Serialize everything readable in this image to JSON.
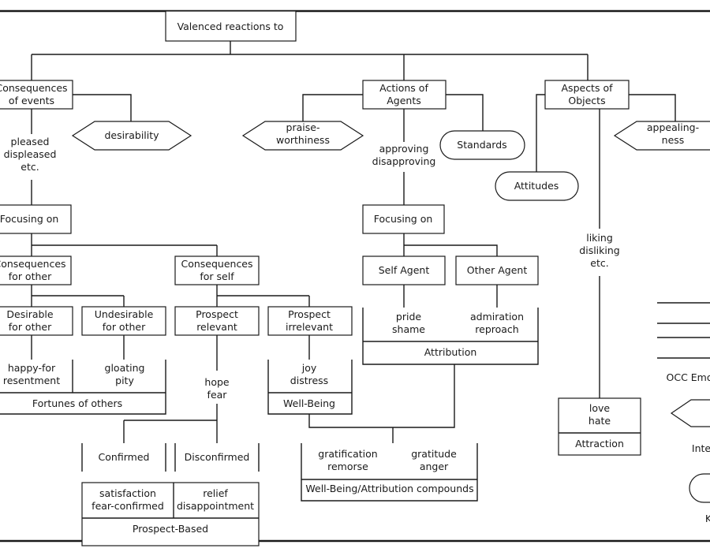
{
  "diagram": {
    "root": "Valenced reactions to",
    "branches": {
      "events": "Consequences\nof events",
      "agents": "Actions of\nAgents",
      "objects": "Aspects of\nObjects"
    },
    "variables": {
      "desirability": "desirability",
      "praiseworthiness": "praise-\nworthiness",
      "appealingness": "appealing-\nness"
    },
    "structures": {
      "standards": "Standards",
      "attitudes": "Attitudes"
    },
    "labels": {
      "pleased": "pleased\ndispleased\netc.",
      "approving": "approving\ndisapproving",
      "liking": "liking\ndisliking\netc."
    },
    "focus": {
      "events": "Focusing on",
      "agents": "Focusing on"
    },
    "nodes": {
      "cons_other": "Consequences\nfor other",
      "cons_self": "Consequences\nfor self",
      "desirable_other": "Desirable\nfor other",
      "undesirable_other": "Undesirable\nfor other",
      "prospect_relevant": "Prospect\nrelevant",
      "prospect_irrelevant": "Prospect\nirrelevant",
      "self_agent": "Self Agent",
      "other_agent": "Other Agent",
      "confirmed": "Confirmed",
      "disconfirmed": "Disconfirmed"
    },
    "emotions": {
      "happy_for": "happy-for\nresentment",
      "gloating": "gloating\npity",
      "hope": "hope\nfear",
      "joy": "joy\ndistress",
      "pride": "pride\nshame",
      "admiration": "admiration\nreproach",
      "satisfaction": "satisfaction\nfear-confirmed",
      "relief": "relief\ndisappointment",
      "gratification": "gratification\nremorse",
      "gratitude": "gratitude\nanger",
      "love": "love\nhate"
    },
    "groups": {
      "fortunes": "Fortunes of others",
      "wellbeing": "Well-Being",
      "attribution": "Attribution",
      "prospect_based": "Prospect-Based",
      "compounds": "Well-Being/Attribution compounds",
      "attraction": "Attraction"
    },
    "legend": {
      "title": "OCC Emo",
      "intensity": "Inte",
      "knowledge": "K"
    }
  },
  "colors": {
    "ink": "#1a1a1a",
    "background": "#ffffff",
    "connector": "#9a9a9a"
  }
}
